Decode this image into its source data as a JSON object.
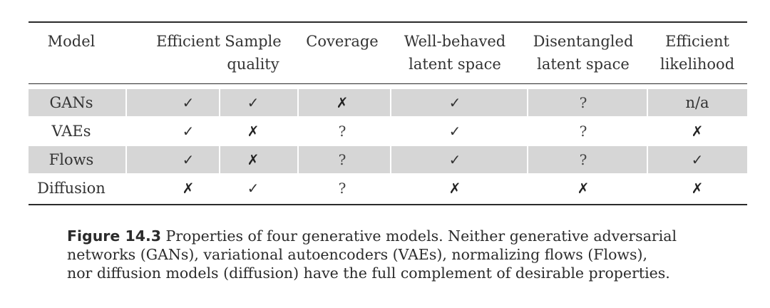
{
  "table": {
    "columns": [
      {
        "lines": [
          "Model"
        ]
      },
      {
        "lines": [
          "Efficient"
        ]
      },
      {
        "lines": [
          "Sample",
          "quality"
        ]
      },
      {
        "lines": [
          "Coverage"
        ]
      },
      {
        "lines": [
          "Well-behaved",
          "latent space"
        ]
      },
      {
        "lines": [
          "Disentangled",
          "latent space"
        ]
      },
      {
        "lines": [
          "Efficient",
          "likelihood"
        ]
      }
    ],
    "rows": [
      {
        "model": "GANs",
        "shaded": true,
        "cells": [
          "✓",
          "✓",
          "✗",
          "✓",
          "?",
          "n/a"
        ]
      },
      {
        "model": "VAEs",
        "shaded": false,
        "cells": [
          "✓",
          "✗",
          "?",
          "✓",
          "?",
          "✗"
        ]
      },
      {
        "model": "Flows",
        "shaded": true,
        "cells": [
          "✓",
          "✗",
          "?",
          "✓",
          "?",
          "✓"
        ]
      },
      {
        "model": "Diffusion",
        "shaded": false,
        "cells": [
          "✗",
          "✓",
          "?",
          "✗",
          "✗",
          "✗"
        ]
      }
    ]
  },
  "caption": {
    "label": "Figure 14.3",
    "lines": [
      " Properties of four generative models. Neither generative adversarial",
      "networks (GANs), variational autoencoders (VAEs), normalizing flows (Flows),",
      "nor diffusion models (diffusion) have the full complement of desirable properties."
    ]
  }
}
